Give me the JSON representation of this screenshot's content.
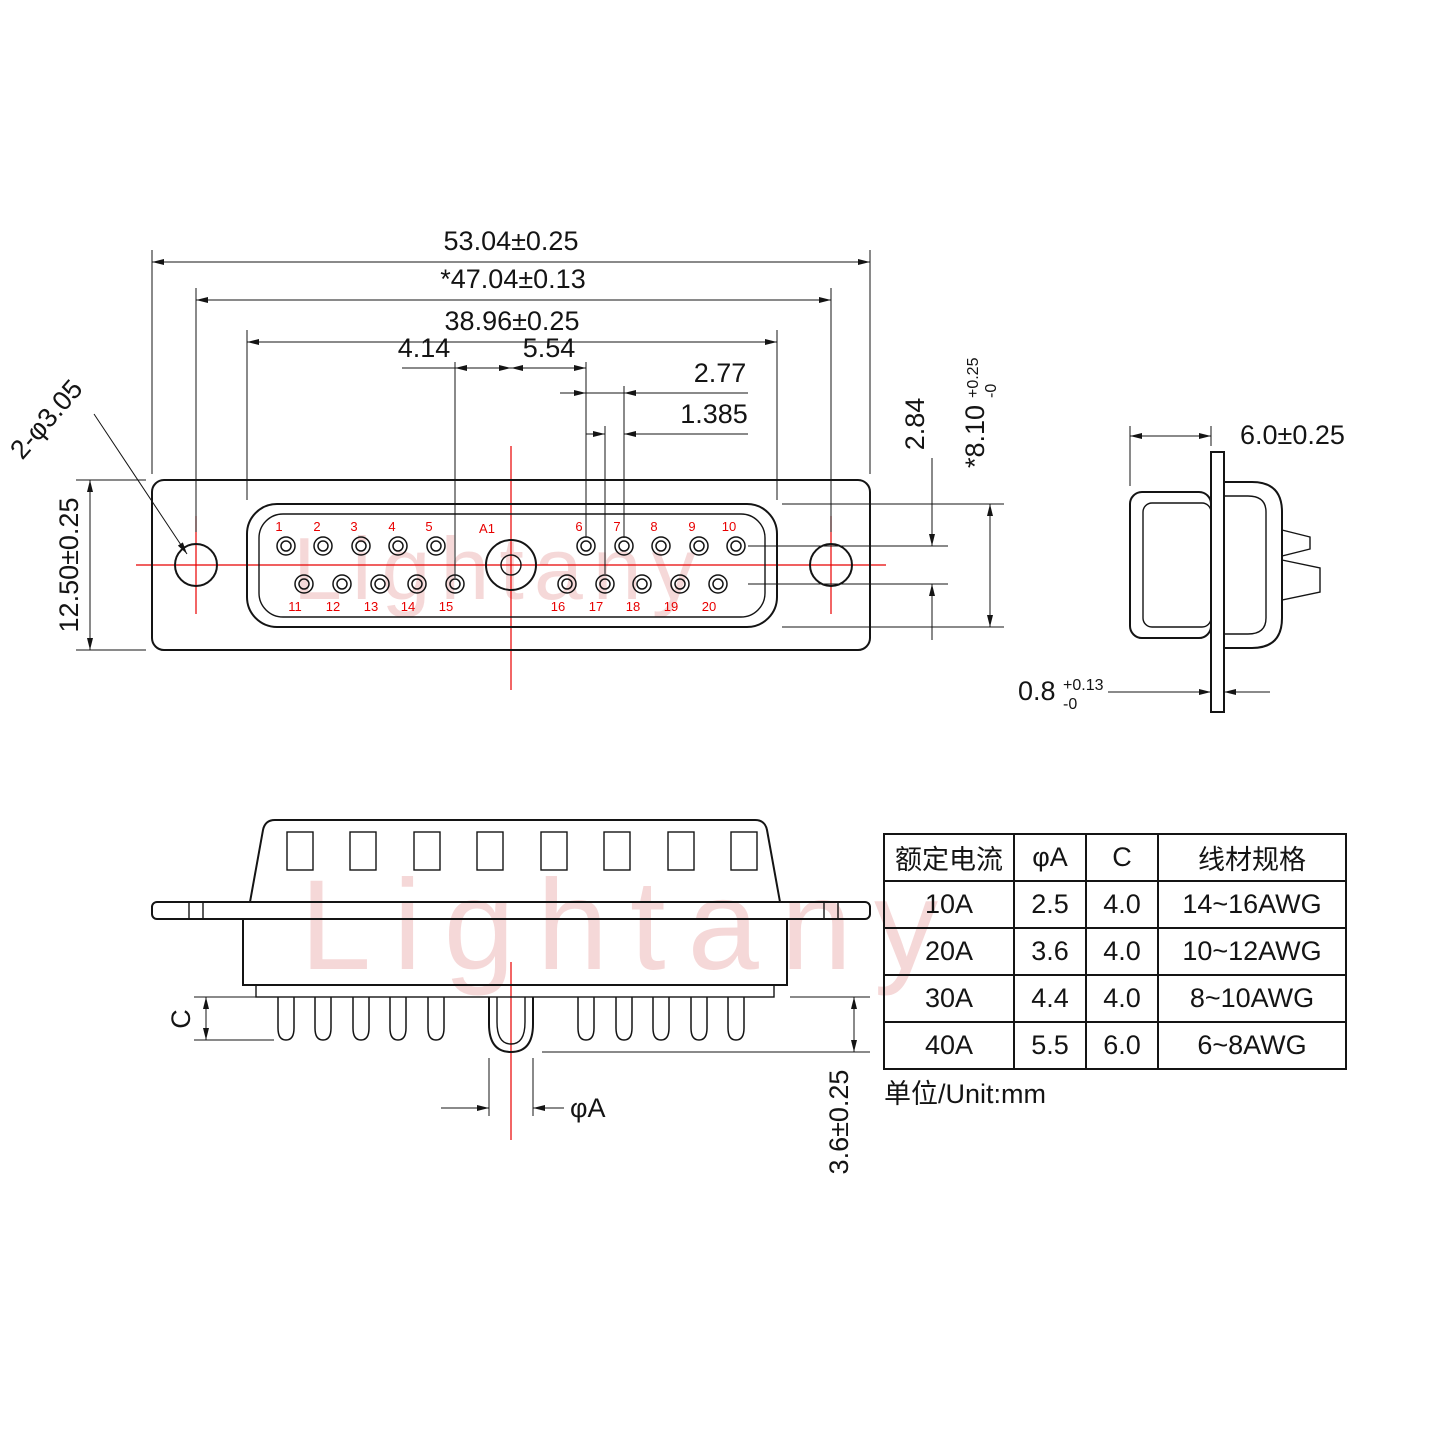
{
  "watermark": {
    "text": "Lightany"
  },
  "front_view": {
    "dim_53": "53.04±0.25",
    "dim_47": "*47.04±0.13",
    "dim_3896": "38.96±0.25",
    "dim_414": "4.14",
    "dim_554": "5.54",
    "dim_277": "2.77",
    "dim_1385": "1.385",
    "dim_284": "2.84",
    "dim_810": {
      "value": "*8.10",
      "sup": "+0.25",
      "sub": "-0"
    },
    "dim_1250": "12.50±0.25",
    "dim_holes": "2-φ3.05",
    "pin_a1": "A1",
    "pins_top": [
      "1",
      "2",
      "3",
      "4",
      "5"
    ],
    "pins_top_right": [
      "6",
      "7",
      "8",
      "9",
      "10"
    ],
    "pins_bottom": [
      "11",
      "12",
      "13",
      "14",
      "15",
      "16",
      "17",
      "18",
      "19",
      "20"
    ]
  },
  "side_view": {
    "dim_60": "6.0±0.25",
    "dim_08": {
      "value": "0.8",
      "sup": "+0.13",
      "sub": "-0"
    }
  },
  "rear_view": {
    "dim_c": "C",
    "dim_phiA": "φA",
    "dim_36": "3.6±0.25"
  },
  "table": {
    "headers": [
      "额定电流",
      "φA",
      "C",
      "线材规格"
    ],
    "rows": [
      [
        "10A",
        "2.5",
        "4.0",
        "14~16AWG"
      ],
      [
        "20A",
        "3.6",
        "4.0",
        "10~12AWG"
      ],
      [
        "30A",
        "4.4",
        "4.0",
        "8~10AWG"
      ],
      [
        "40A",
        "5.5",
        "6.0",
        "6~8AWG"
      ]
    ],
    "unit": "单位/Unit:mm"
  }
}
